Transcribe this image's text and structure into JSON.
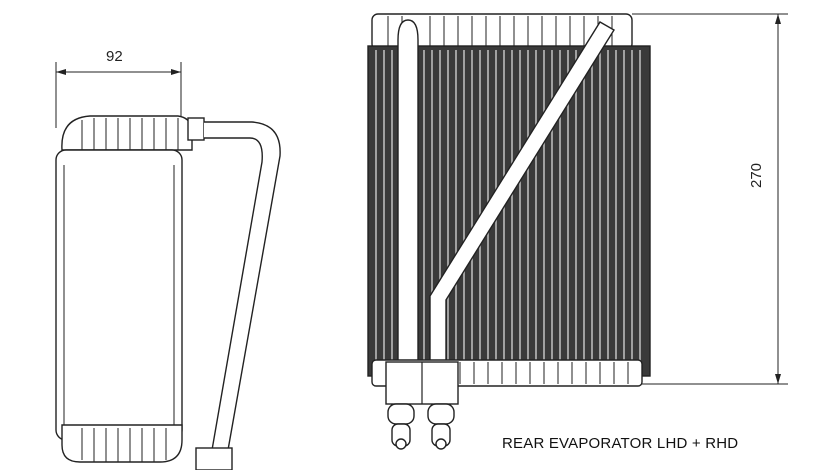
{
  "dimensions": {
    "width": "92",
    "height": "270"
  },
  "caption": "REAR EVAPORATOR LHD + RHD"
}
